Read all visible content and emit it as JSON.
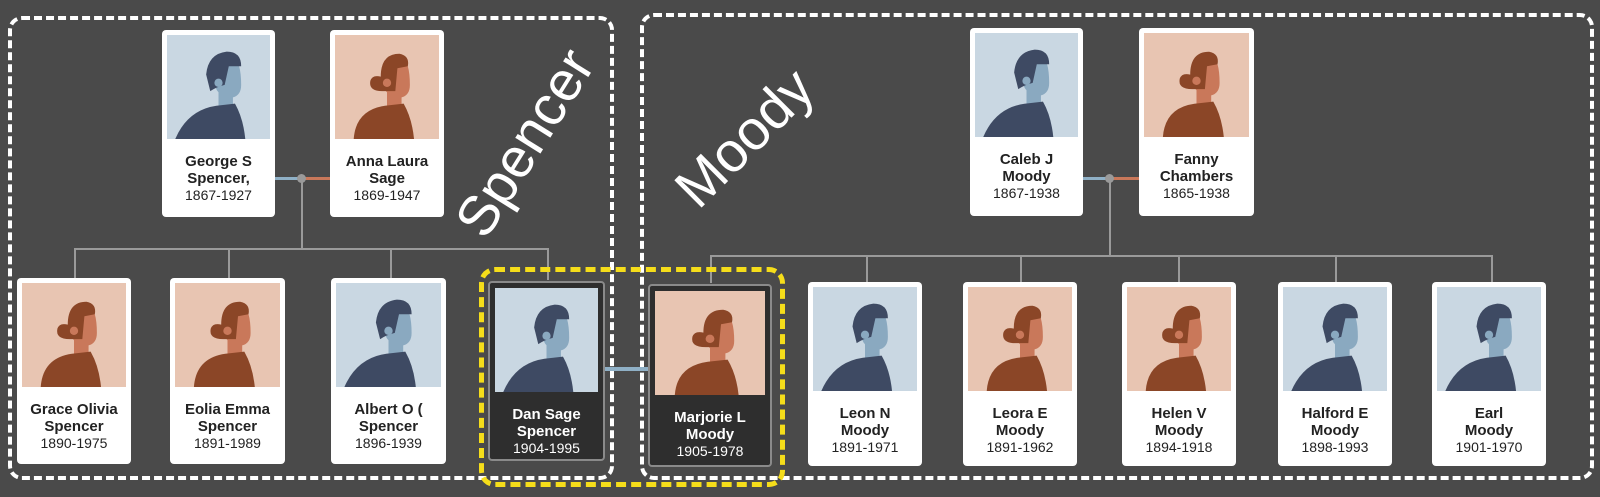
{
  "groups": {
    "spencer": "Spencer",
    "moody": "Moody"
  },
  "people": [
    {
      "id": "george",
      "name1": "George S",
      "name2": "Spencer,",
      "years": "1867-1927",
      "gender": "m"
    },
    {
      "id": "anna",
      "name1": "Anna Laura",
      "name2": "Sage",
      "years": "1869-1947",
      "gender": "f"
    },
    {
      "id": "caleb",
      "name1": "Caleb J",
      "name2": "Moody",
      "years": "1867-1938",
      "gender": "m"
    },
    {
      "id": "fanny",
      "name1": "Fanny",
      "name2": "Chambers",
      "years": "1865-1938",
      "gender": "f"
    },
    {
      "id": "grace",
      "name1": "Grace Olivia",
      "name2": "Spencer",
      "years": "1890-1975",
      "gender": "f"
    },
    {
      "id": "eolia",
      "name1": "Eolia Emma",
      "name2": "Spencer",
      "years": "1891-1989",
      "gender": "f"
    },
    {
      "id": "albert",
      "name1": "Albert O (",
      "name2": "Spencer",
      "years": "1896-1939",
      "gender": "m"
    },
    {
      "id": "dan",
      "name1": "Dan Sage",
      "name2": "Spencer",
      "years": "1904-1995",
      "gender": "m",
      "selected": true
    },
    {
      "id": "marjorie",
      "name1": "Marjorie L",
      "name2": "Moody",
      "years": "1905-1978",
      "gender": "f",
      "selected": true
    },
    {
      "id": "leon",
      "name1": "Leon N",
      "name2": "Moody",
      "years": "1891-1971",
      "gender": "m"
    },
    {
      "id": "leora",
      "name1": "Leora E",
      "name2": "Moody",
      "years": "1891-1962",
      "gender": "f"
    },
    {
      "id": "helen",
      "name1": "Helen V",
      "name2": "Moody",
      "years": "1894-1918",
      "gender": "f"
    },
    {
      "id": "halford",
      "name1": "Halford E",
      "name2": "Moody",
      "years": "1898-1993",
      "gender": "m"
    },
    {
      "id": "earl",
      "name1": "Earl",
      "name2": "Moody",
      "years": "1901-1970",
      "gender": "m"
    }
  ],
  "colors": {
    "male_bg": "#c9d7e2",
    "male_skin": "#8aa9c0",
    "male_dark": "#3e4a63",
    "female_bg": "#e8c5b2",
    "female_skin": "#c9785a",
    "female_dark": "#8b4627",
    "highlight": "#f5dd1a"
  }
}
